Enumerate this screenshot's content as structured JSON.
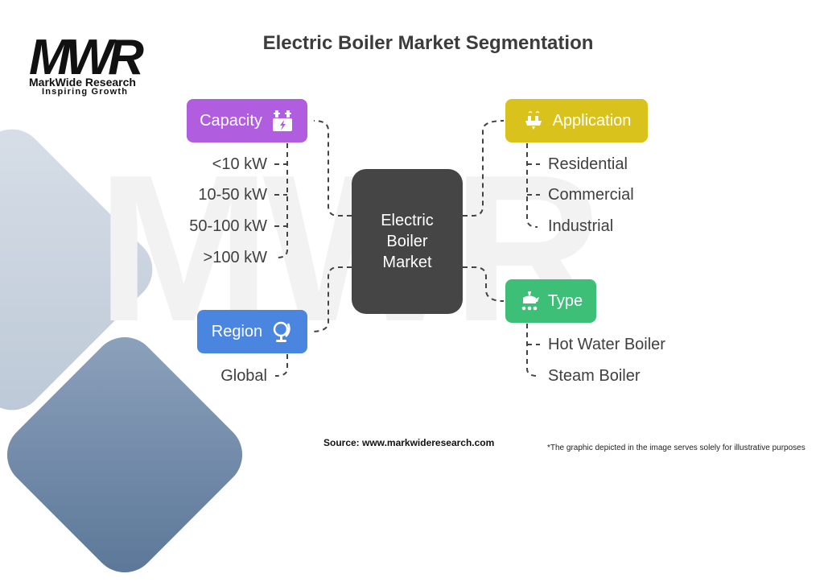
{
  "title": "Electric Boiler Market Segmentation",
  "logo": {
    "mark": "MWR",
    "name": "MarkWide Research",
    "tagline": "Inspiring Growth"
  },
  "center": {
    "lines": [
      "Electric",
      "Boiler",
      "Market"
    ]
  },
  "segments": {
    "capacity": {
      "label": "Capacity",
      "icon": "power-plant-icon",
      "color": "#b05de0",
      "items": [
        "<10 kW",
        "10-50 kW",
        "50-100 kW",
        ">100 kW"
      ]
    },
    "application": {
      "label": "Application",
      "icon": "factory-icon",
      "color": "#d9c21c",
      "items": [
        "Residential",
        "Commercial",
        "Industrial"
      ]
    },
    "type": {
      "label": "Type",
      "icon": "boiler-icon",
      "color": "#3dbf78",
      "items": [
        "Hot Water Boiler",
        "Steam Boiler"
      ]
    },
    "region": {
      "label": "Region",
      "icon": "globe-icon",
      "color": "#4a86e0",
      "items": [
        "Global"
      ]
    }
  },
  "footer": {
    "source": "Source: www.markwideresearch.com",
    "note": "*The graphic depicted in the image serves solely for illustrative purposes"
  }
}
